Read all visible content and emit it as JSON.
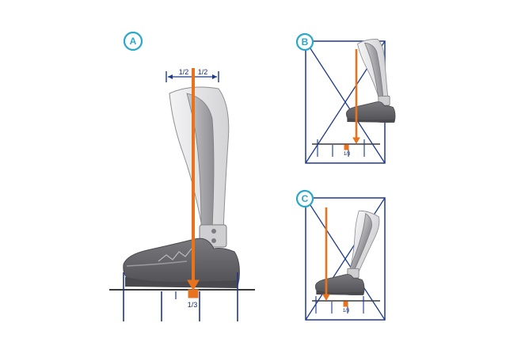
{
  "panels": {
    "a": {
      "label": "A",
      "half_left": "1/2",
      "half_right": "1/2",
      "third": "1/3"
    },
    "b": {
      "label": "B",
      "third": "1/3"
    },
    "c": {
      "label": "C",
      "third": "1/3"
    }
  },
  "colors": {
    "label_ring": "#2aa7c9",
    "guide_lines": "#1c3a8c",
    "load_line": "#e8731f",
    "shoe": "#6e6e72",
    "brace": "#b9b9bc"
  }
}
